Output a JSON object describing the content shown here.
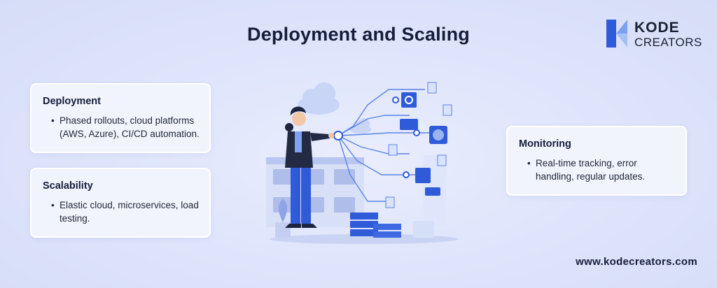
{
  "header": {
    "title": "Deployment and Scaling"
  },
  "brand": {
    "logo_line1": "KODE",
    "logo_line2": "CREATORS",
    "website": "www.kodecreators.com",
    "accent_color": "#2f5bd9"
  },
  "cards": {
    "deployment": {
      "title": "Deployment",
      "bullets": [
        "Phased rollouts, cloud platforms (AWS, Azure), CI/CD automation."
      ]
    },
    "scalability": {
      "title": "Scalability",
      "bullets": [
        "Elastic cloud, microservices, load testing."
      ]
    },
    "monitoring": {
      "title": "Monitoring",
      "bullets": [
        "Real-time tracking, error handling, regular updates."
      ]
    }
  },
  "illustration": {
    "icon": "woman-with-cloud-network-illustration"
  }
}
